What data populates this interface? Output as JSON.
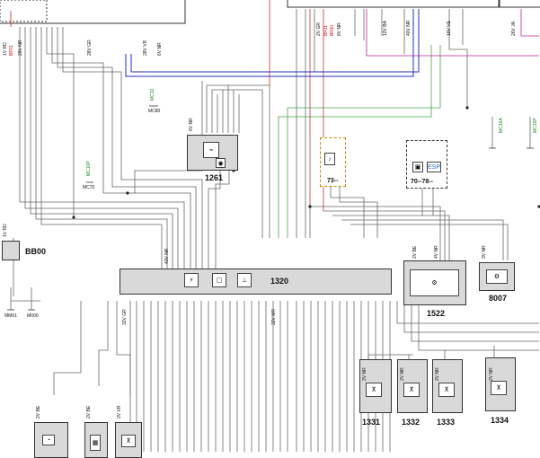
{
  "components": {
    "c1261": "1261",
    "c1320": "1320",
    "c1522": "1522",
    "c8007": "8007",
    "c1331": "1331",
    "c1332": "1332",
    "c1333": "1333",
    "c1334": "1334",
    "cBB00": "BB00",
    "c73": "73--",
    "c7078": "70--78--"
  },
  "connectors": {
    "vnr_28": "28V NR",
    "vgr_28": "28V GR",
    "vvr_28": "28V VR",
    "vnr_6": "6V NR",
    "vgr_2": "2V GR",
    "vnr_6b": "6V NR",
    "vba_10": "10V BA",
    "vnr_40": "40V NR",
    "vve_16": "16V VE",
    "vnr_40b": "40V NR",
    "vmr_32": "32V MR",
    "vgr_32": "32V GR",
    "vbe_2": "2V BE",
    "vnr_4": "4V NR",
    "vnr_3": "3V NR",
    "vnr_2a": "2V NR",
    "vnr_2b": "2V NR",
    "vnr_2c": "2V NR",
    "vnr_2d": "2V NR",
    "vnr_2e": "2V NR",
    "vbe_2b": "2V BE",
    "vbe_2c": "2V BE",
    "vvr_2": "2V VR",
    "vrd_1": "1V RD",
    "vrd_1b": "1V RD",
    "vja_26": "26V JA"
  },
  "wires": {
    "bf01": "BF01",
    "bf00": "BF00",
    "mc10": "MC10",
    "mc10p": "MC10P",
    "mc80": "MC80",
    "mc70": "MC70",
    "mc16a": "MC16A",
    "mc16p": "MC16P",
    "m000": "M000",
    "mm01": "MM01"
  },
  "colors": {
    "red": "#d01010",
    "green": "#1a8a1a",
    "blue": "#1f2fbf",
    "magenta": "#c0209a",
    "wire": "#555555",
    "box_fill": "#d9d9d9"
  }
}
